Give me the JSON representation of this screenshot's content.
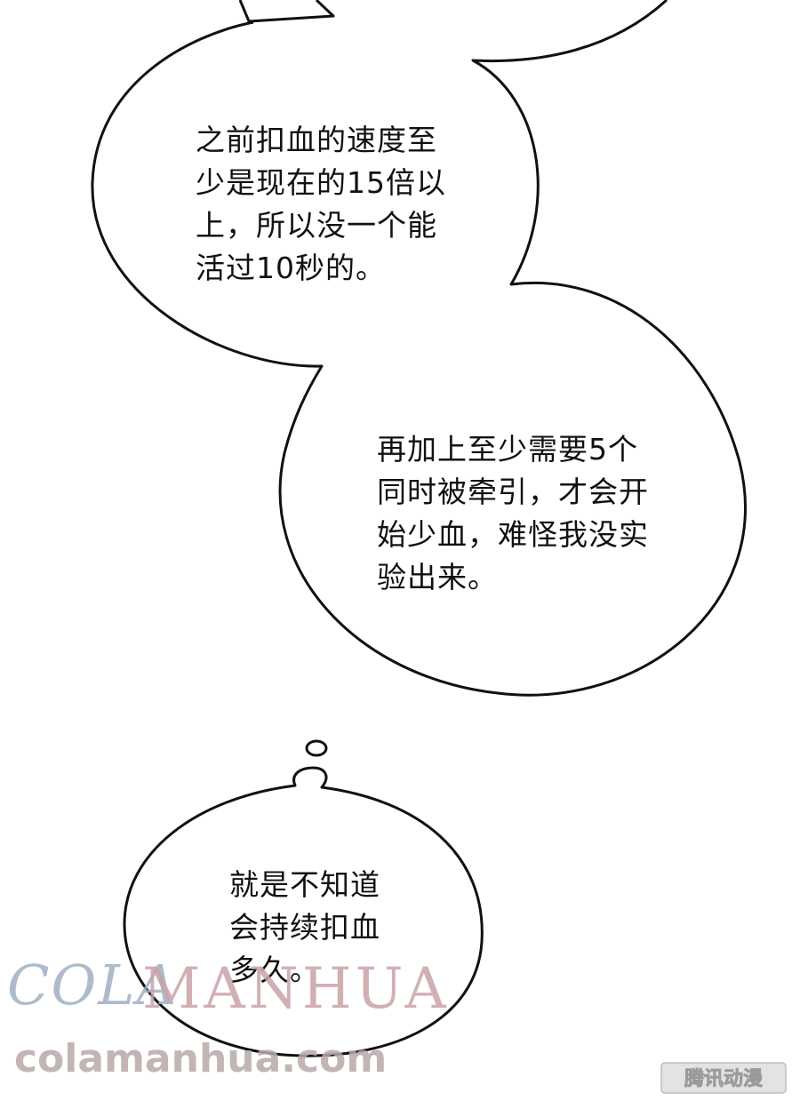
{
  "bubbles": [
    {
      "lines": [
        "之前扣血的速度至",
        "少是现在的15倍以",
        "上，所以没一个能",
        "活过10秒的。"
      ]
    },
    {
      "lines": [
        "再加上至少需要5个",
        "同时被牵引，才会开",
        "始少血，难怪我没实",
        "验出来。"
      ]
    },
    {
      "lines": [
        "就是不知道",
        "会持续扣血",
        "多久。"
      ]
    }
  ],
  "watermark": {
    "brand_left": "COLA",
    "brand_right": "MANHUA",
    "url": "colamanhua.com",
    "corner_logo": "腾讯动漫"
  },
  "colors": {
    "ink": "#111111",
    "watermark_blue": "#9fb0c2",
    "watermark_rose": "#c9a3a8",
    "watermark_gray": "#b8aaa8"
  }
}
